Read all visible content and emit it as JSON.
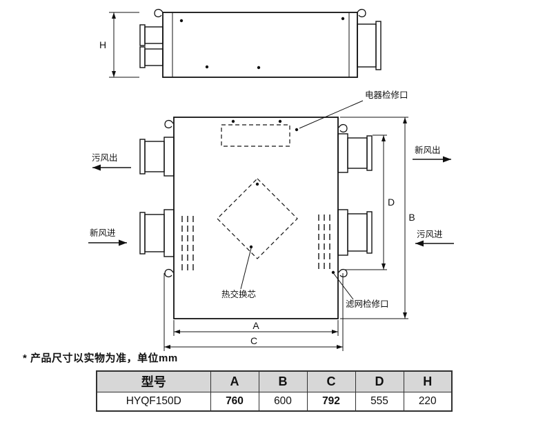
{
  "note": "* 产品尺寸以实物为准，单位mm",
  "diagram": {
    "flow_labels": {
      "dirty_air_out": "污风出",
      "fresh_air_in": "新风进",
      "fresh_air_out": "新风出",
      "dirty_air_in": "污风进"
    },
    "part_labels": {
      "electrical_access": "电器检修口",
      "heat_exchange_core": "热交换芯",
      "filter_access": "滤网检修口"
    },
    "dims": {
      "A": "A",
      "B": "B",
      "C": "C",
      "D": "D",
      "H": "H"
    }
  },
  "table": {
    "headers": [
      "型号",
      "A",
      "B",
      "C",
      "D",
      "H"
    ],
    "rows": [
      [
        "HYQF150D",
        "760",
        "600",
        "792",
        "555",
        "220"
      ]
    ]
  }
}
